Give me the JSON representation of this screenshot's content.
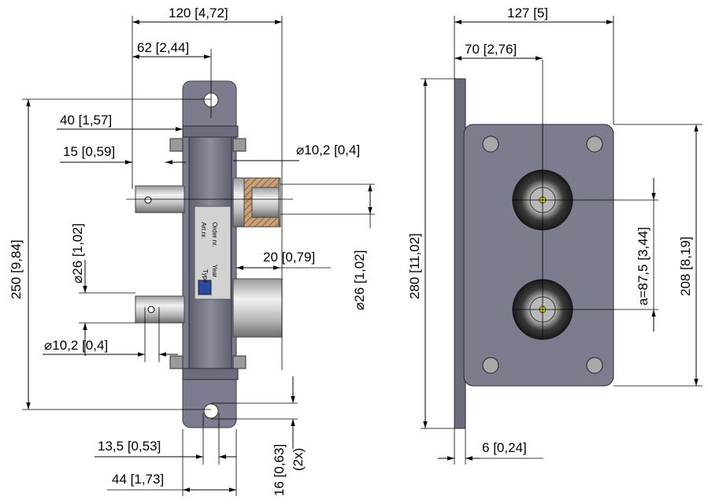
{
  "colors": {
    "plate": "#7b7d8e",
    "plate_dark": "#5b5d6c",
    "metal_light": "#e2e2e2",
    "metal_mid": "#a9a9a9",
    "label_bg": "#c8c8c8",
    "hatch": "#c8a07a"
  },
  "side_view": {
    "dims": {
      "width_total": "120",
      "width_total_in": "4,72",
      "offset_62": "62",
      "offset_62_in": "2,44",
      "d40": "40",
      "d40_in": "1,57",
      "d15": "15",
      "d15_in": "0,59",
      "hole_dia": "10,2",
      "hole_dia_in": "0,4",
      "dia26": "26",
      "dia26_in": "1,02",
      "height_total": "250",
      "height_total_in": "9,84",
      "d20": "20",
      "d20_in": "0,79",
      "dia26_right": "26",
      "dia26_right_in": "1,02",
      "hole_dia_bottom": "10,2",
      "hole_dia_bottom_in": "0,4",
      "d13": "13,5",
      "d13_in": "0,53",
      "d44": "44",
      "d44_in": "1,73",
      "d16": "16",
      "d16_in": "0,63",
      "count": "(2x)"
    },
    "label_plate": {
      "type": "Type",
      "art_nr": "Art.nr.",
      "year": "Year",
      "order_nr": "Order nr."
    }
  },
  "front_view": {
    "dims": {
      "width_total": "127",
      "width_total_in": "5",
      "offset_70": "70",
      "offset_70_in": "2,76",
      "height_total": "280",
      "height_total_in": "11,02",
      "spacing": "a=87,5",
      "spacing_in": "3,44",
      "height_plate": "208",
      "height_plate_in": "8,19",
      "thickness": "6",
      "thickness_in": "0,24"
    }
  }
}
